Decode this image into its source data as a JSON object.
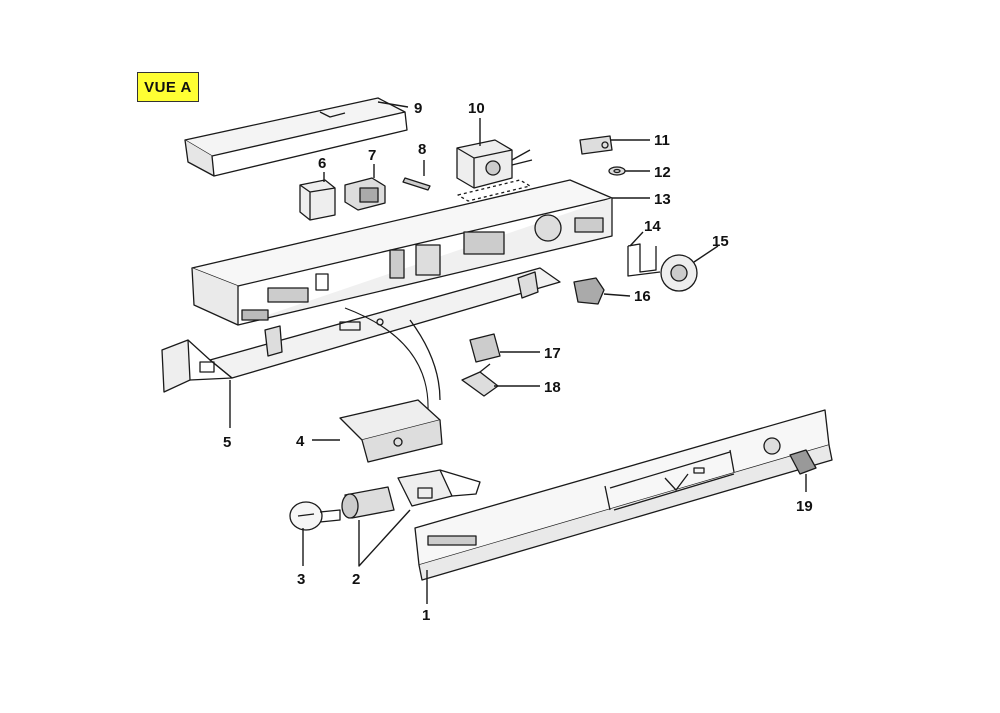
{
  "view_label": "VUE A",
  "callouts": [
    "1",
    "2",
    "3",
    "4",
    "5",
    "6",
    "7",
    "8",
    "9",
    "10",
    "11",
    "12",
    "13",
    "14",
    "15",
    "16",
    "17",
    "18",
    "19"
  ]
}
